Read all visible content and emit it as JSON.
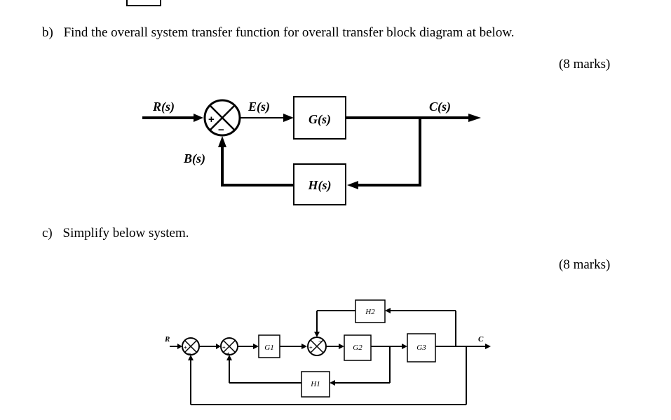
{
  "question_b": {
    "label": "b)",
    "text": "Find the overall system transfer function for overall transfer block diagram at below.",
    "marks": "(8 marks)",
    "diagram": {
      "input": "R(s)",
      "error": "E(s)",
      "output": "C(s)",
      "feedback_signal": "B(s)",
      "forward_block": "G(s)",
      "feedback_block": "H(s)",
      "sum_plus": "+",
      "sum_minus": "−"
    }
  },
  "question_c": {
    "label": "c)",
    "text": "Simplify below system.",
    "marks": "(8 marks)",
    "diagram": {
      "input": "R",
      "output": "C",
      "blocks": [
        "G1",
        "G2",
        "G3",
        "H1",
        "H2"
      ],
      "sign_plus": "+",
      "sign_minus": "−"
    }
  }
}
